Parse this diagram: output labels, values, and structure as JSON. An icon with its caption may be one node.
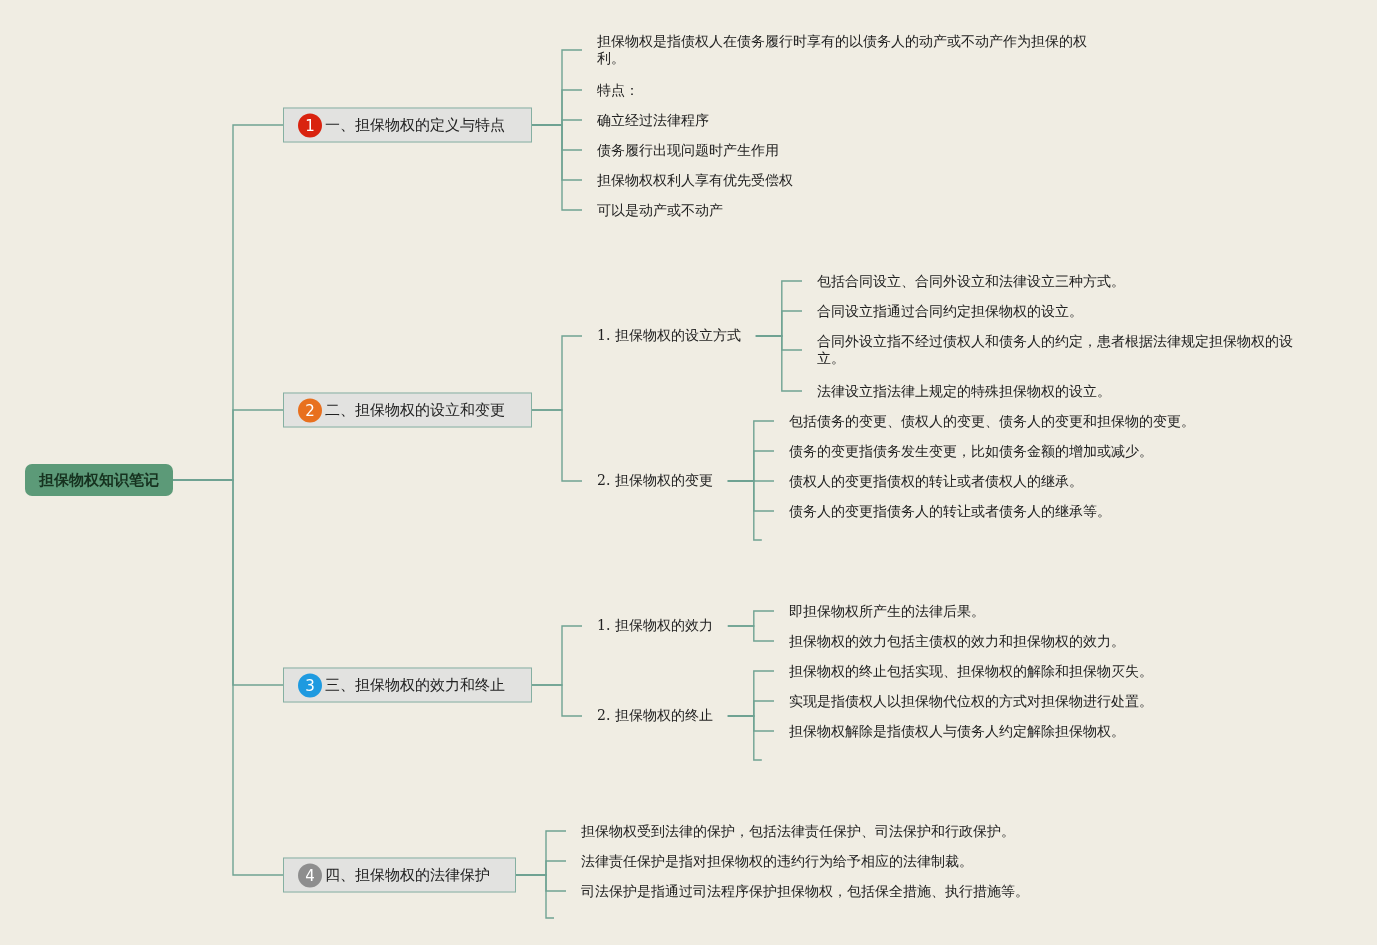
{
  "diagram": {
    "nodes": [
      {
        "text": [
          "担保物权知识笔记"
        ]
      },
      {
        "text": [
          "1",
          "一、担保物权的定义与特点"
        ]
      },
      {
        "text": [
          "担保物权是指债权人在债务履行时享有的以债务人的动产或不动产作为担保的权利。"
        ]
      },
      {
        "text": [
          "特点："
        ]
      },
      {
        "text": [
          "确立经过法律程序"
        ]
      },
      {
        "text": [
          "债务履行出现问题时产生作用"
        ]
      },
      {
        "text": [
          "担保物权权利人享有优先受偿权"
        ]
      },
      {
        "text": [
          "可以是动产或不动产"
        ]
      },
      {
        "text": [
          "2",
          "二、担保物权的设立和变更"
        ]
      },
      {
        "text": [
          "1. 担保物权的设立方式"
        ]
      },
      {
        "text": [
          "包括合同设立、合同外设立和法律设立三种方式。"
        ]
      },
      {
        "text": [
          "合同设立指通过合同约定担保物权的设立。"
        ]
      },
      {
        "text": [
          "合同外设立指不经过债权人和债务人的约定，患者根据法律规定担保物权的设立。"
        ]
      },
      {
        "text": [
          "法律设立指法律上规定的特殊担保物权的设立。"
        ]
      },
      {
        "text": [
          "2. 担保物权的变更"
        ]
      },
      {
        "text": [
          "包括债务的变更、债权人的变更、债务人的变更和担保物的变更。"
        ]
      },
      {
        "text": [
          "债务的变更指债务发生变更，比如债务金额的增加或减少。"
        ]
      },
      {
        "text": [
          "债权人的变更指债权的转让或者债权人的继承。"
        ]
      },
      {
        "text": [
          "债务人的变更指债务人的转让或者债务人的继承等。"
        ]
      },
      {
        "text": [
          "3",
          "三、担保物权的效力和终止"
        ]
      },
      {
        "text": [
          "1. 担保物权的效力"
        ]
      },
      {
        "text": [
          "即担保物权所产生的法律后果。"
        ]
      },
      {
        "text": [
          "担保物权的效力包括主债权的效力和担保物权的效力。"
        ]
      },
      {
        "text": [
          "2. 担保物权的终止"
        ]
      },
      {
        "text": [
          "担保物权的终止包括实现、担保物权的解除和担保物灭失。"
        ]
      },
      {
        "text": [
          "实现是指债权人以担保物代位权的方式对担保物进行处置。"
        ]
      },
      {
        "text": [
          "担保物权解除是指债权人与债务人约定解除担保物权。"
        ]
      },
      {
        "text": [
          "4",
          "四、担保物权的法律保护"
        ]
      },
      {
        "text": [
          "担保物权受到法律的保护，包括法律责任保护、司法保护和行政保护。"
        ]
      },
      {
        "text": [
          "法律责任保护是指对担保物权的违约行为给予相应的法律制裁。"
        ]
      },
      {
        "text": [
          "司法保护是指通过司法程序保护担保物权，包括保全措施、执行措施等。"
        ]
      }
    ],
    "edges": [
      {
        "from": 0,
        "to": 1,
        "arrow": "none"
      },
      {
        "from": 0,
        "to": 8,
        "arrow": "none"
      },
      {
        "from": 0,
        "to": 19,
        "arrow": "none"
      },
      {
        "from": 0,
        "to": 27,
        "arrow": "none"
      },
      {
        "from": 1,
        "to": 2,
        "arrow": "none"
      },
      {
        "from": 1,
        "to": 3,
        "arrow": "none"
      },
      {
        "from": 1,
        "to": 4,
        "arrow": "none"
      },
      {
        "from": 1,
        "to": 5,
        "arrow": "none"
      },
      {
        "from": 1,
        "to": 6,
        "arrow": "none"
      },
      {
        "from": 1,
        "to": 7,
        "arrow": "none"
      },
      {
        "from": 8,
        "to": 9,
        "arrow": "none"
      },
      {
        "from": 8,
        "to": 14,
        "arrow": "none"
      },
      {
        "from": 9,
        "to": 10,
        "arrow": "none"
      },
      {
        "from": 9,
        "to": 11,
        "arrow": "none"
      },
      {
        "from": 9,
        "to": 12,
        "arrow": "none"
      },
      {
        "from": 9,
        "to": 13,
        "arrow": "none"
      },
      {
        "from": 14,
        "to": 15,
        "arrow": "none"
      },
      {
        "from": 14,
        "to": 16,
        "arrow": "none"
      },
      {
        "from": 14,
        "to": 17,
        "arrow": "none"
      },
      {
        "from": 14,
        "to": 18,
        "arrow": "none"
      },
      {
        "from": 14,
        "to": null,
        "arrow": "none"
      },
      {
        "from": 19,
        "to": 20,
        "arrow": "none"
      },
      {
        "from": 19,
        "to": 23,
        "arrow": "none"
      },
      {
        "from": 20,
        "to": 21,
        "arrow": "none"
      },
      {
        "from": 20,
        "to": 22,
        "arrow": "none"
      },
      {
        "from": 23,
        "to": 24,
        "arrow": "none"
      },
      {
        "from": 23,
        "to": 25,
        "arrow": "none"
      },
      {
        "from": 23,
        "to": 26,
        "arrow": "none"
      },
      {
        "from": 23,
        "to": null,
        "arrow": "none"
      },
      {
        "from": 27,
        "to": 28,
        "arrow": "none"
      },
      {
        "from": 27,
        "to": 29,
        "arrow": "none"
      },
      {
        "from": 27,
        "to": 30,
        "arrow": "none"
      },
      {
        "from": 27,
        "to": null,
        "arrow": "none"
      }
    ]
  }
}
